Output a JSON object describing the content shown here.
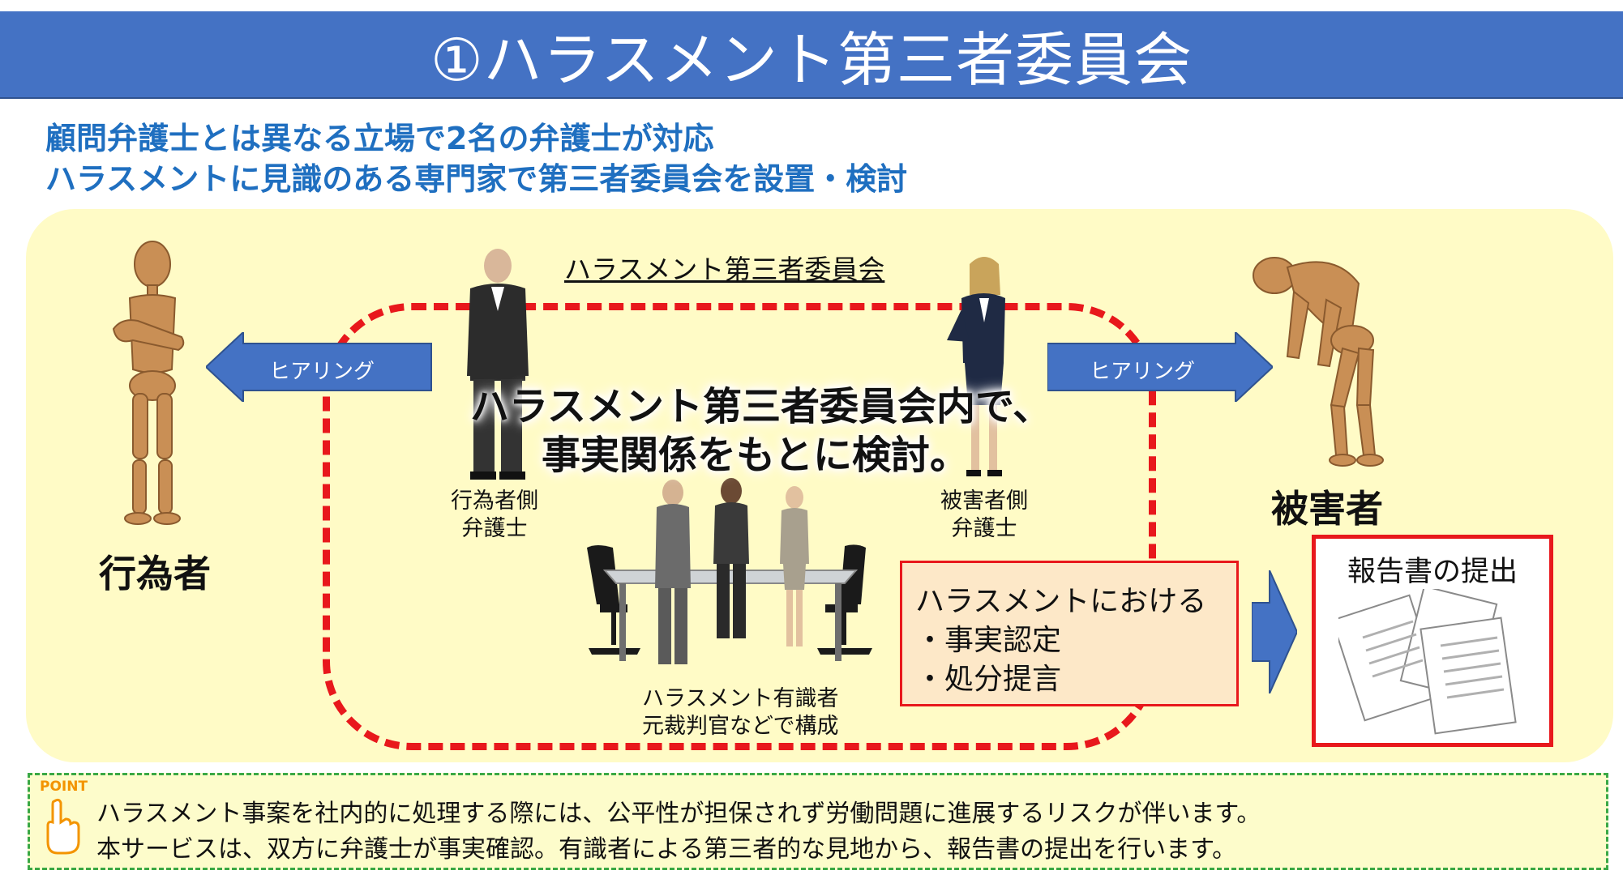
{
  "title": "①ハラスメント第三者委員会",
  "subtitle": {
    "line1": "顧問弁護士とは異なる立場で2名の弁護士が対応",
    "line2": "ハラスメントに見識のある専門家で第三者委員会を設置・検討"
  },
  "diagram": {
    "committee_label": "ハラスメント第三者委員会",
    "arrow_left_label": "ヒアリング",
    "arrow_right_label": "ヒアリング",
    "center_message": {
      "line1": "ハラスメント第三者委員会内で、",
      "line2": "事実関係をもとに検討。"
    },
    "perpetrator_lawyer": {
      "line1": "行為者側",
      "line2": "弁護士"
    },
    "victim_lawyer": {
      "line1": "被害者側",
      "line2": "弁護士"
    },
    "experts": {
      "line1": "ハラスメント有識者",
      "line2": "元裁判官などで構成"
    },
    "perpetrator_label": "行為者",
    "victim_label": "被害者",
    "findings": {
      "line1": "ハラスメントにおける",
      "line2": "・事実認定",
      "line3": "・処分提言"
    },
    "report_title": "報告書の提出"
  },
  "point": {
    "label": "POINT",
    "line1": "ハラスメント事案を社内的に処理する際には、公平性が担保されず労働問題に進展するリスクが伴います。",
    "line2": "本サービスは、双方に弁護士が事実確認。有識者による第三者的な見地から、報告書の提出を行います。"
  },
  "colors": {
    "title_bar": "#4472c4",
    "subtitle_text": "#1f6fc0",
    "panel": "#fffbc6",
    "dashed_red": "#e8181c",
    "arrow_blue": "#4472c4",
    "point_border": "#3aa845"
  }
}
